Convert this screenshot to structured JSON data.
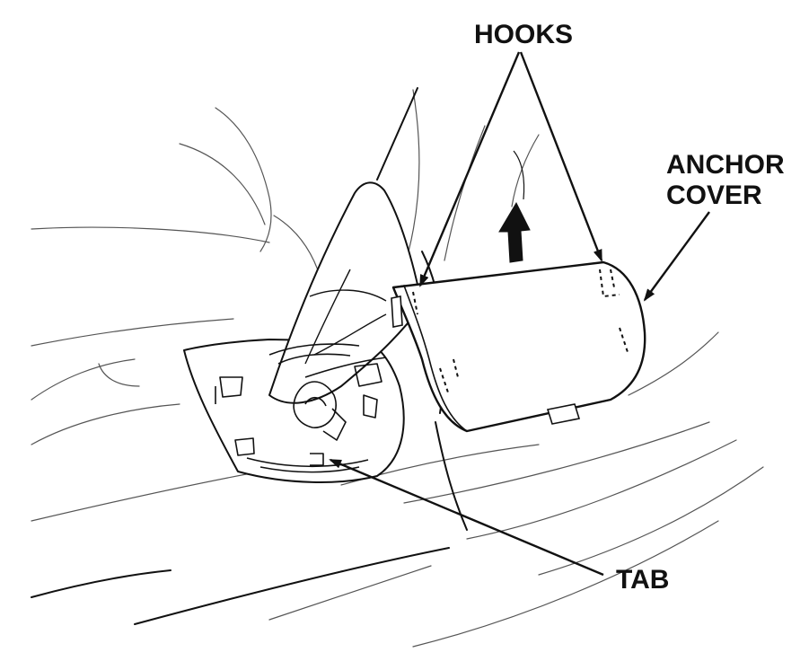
{
  "labels": {
    "hooks": "HOOKS",
    "anchor_cover_line1": "ANCHOR",
    "anchor_cover_line2": "COVER",
    "tab": "TAB"
  },
  "colors": {
    "ink": "#111111",
    "light_line": "#555555",
    "background": "#ffffff"
  }
}
